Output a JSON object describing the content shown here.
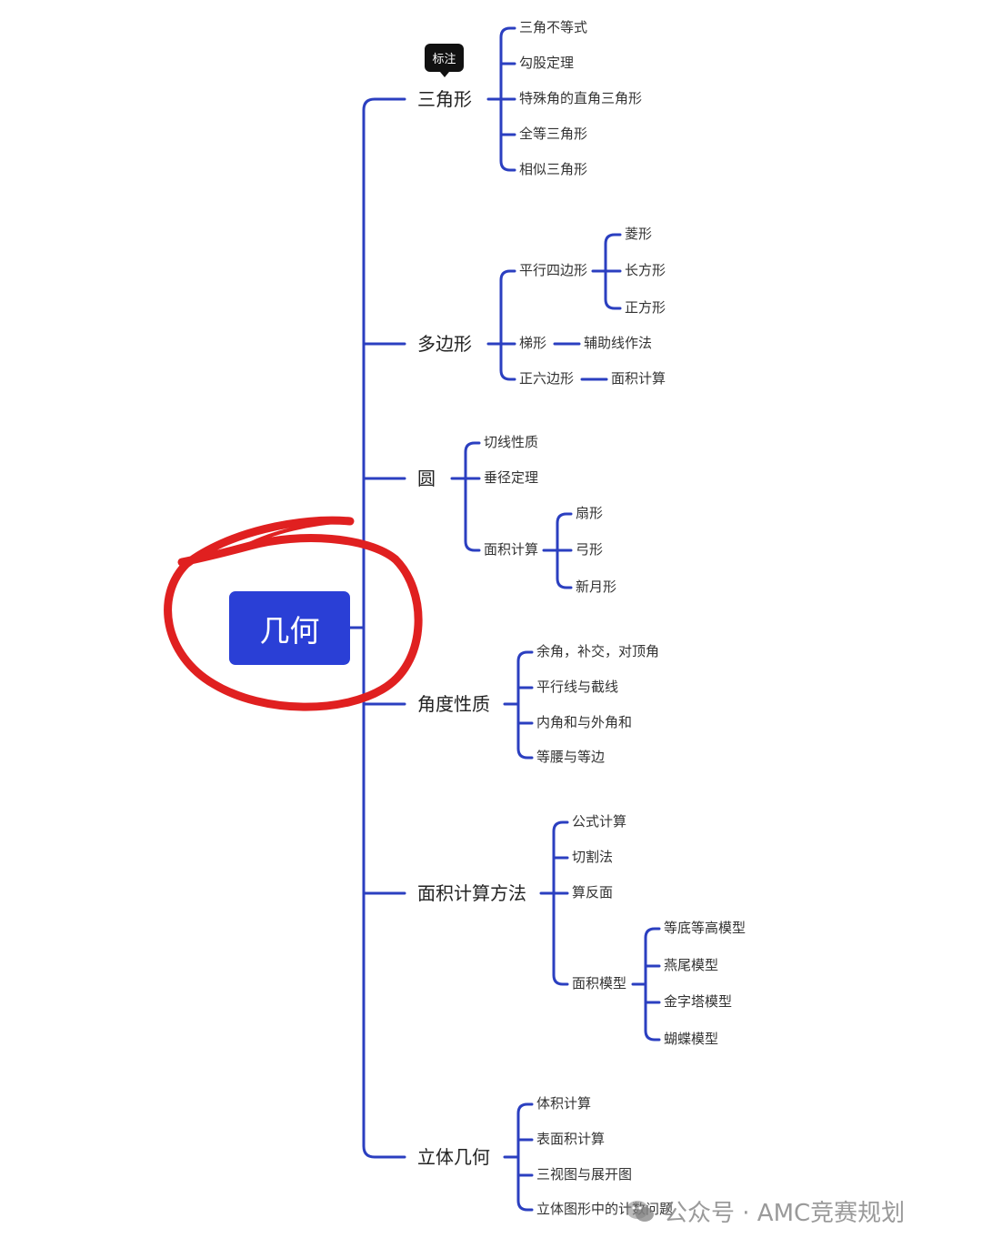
{
  "root": "几何",
  "tag": "标注",
  "watermark": "公众号 · AMC竞赛规划",
  "branches": [
    {
      "label": "三角形",
      "children": [
        "三角不等式",
        "勾股定理",
        "特殊角的直角三角形",
        "全等三角形",
        "相似三角形"
      ]
    },
    {
      "label": "多边形",
      "children": [
        {
          "label": "平行四边形",
          "children": [
            "菱形",
            "长方形",
            "正方形"
          ]
        },
        {
          "label": "梯形",
          "children": [
            "辅助线作法"
          ]
        },
        {
          "label": "正六边形",
          "children": [
            "面积计算"
          ]
        }
      ]
    },
    {
      "label": "圆",
      "children": [
        "切线性质",
        "垂径定理",
        {
          "label": "面积计算",
          "children": [
            "扇形",
            "弓形",
            "新月形"
          ]
        }
      ]
    },
    {
      "label": "角度性质",
      "children": [
        "余角，补交，对顶角",
        "平行线与截线",
        "内角和与外角和",
        "等腰与等边"
      ]
    },
    {
      "label": "面积计算方法",
      "children": [
        "公式计算",
        "切割法",
        "算反面",
        {
          "label": "面积模型",
          "children": [
            "等底等高模型",
            "燕尾模型",
            "金字塔模型",
            "蝴蝶模型"
          ]
        }
      ]
    },
    {
      "label": "立体几何",
      "children": [
        "体积计算",
        "表面积计算",
        "三视图与展开图",
        "立体图形中的计数问题"
      ]
    }
  ],
  "colors": {
    "line": "#2b3fc0",
    "root_bg": "#2a3fd6",
    "highlight": "#e02020"
  }
}
